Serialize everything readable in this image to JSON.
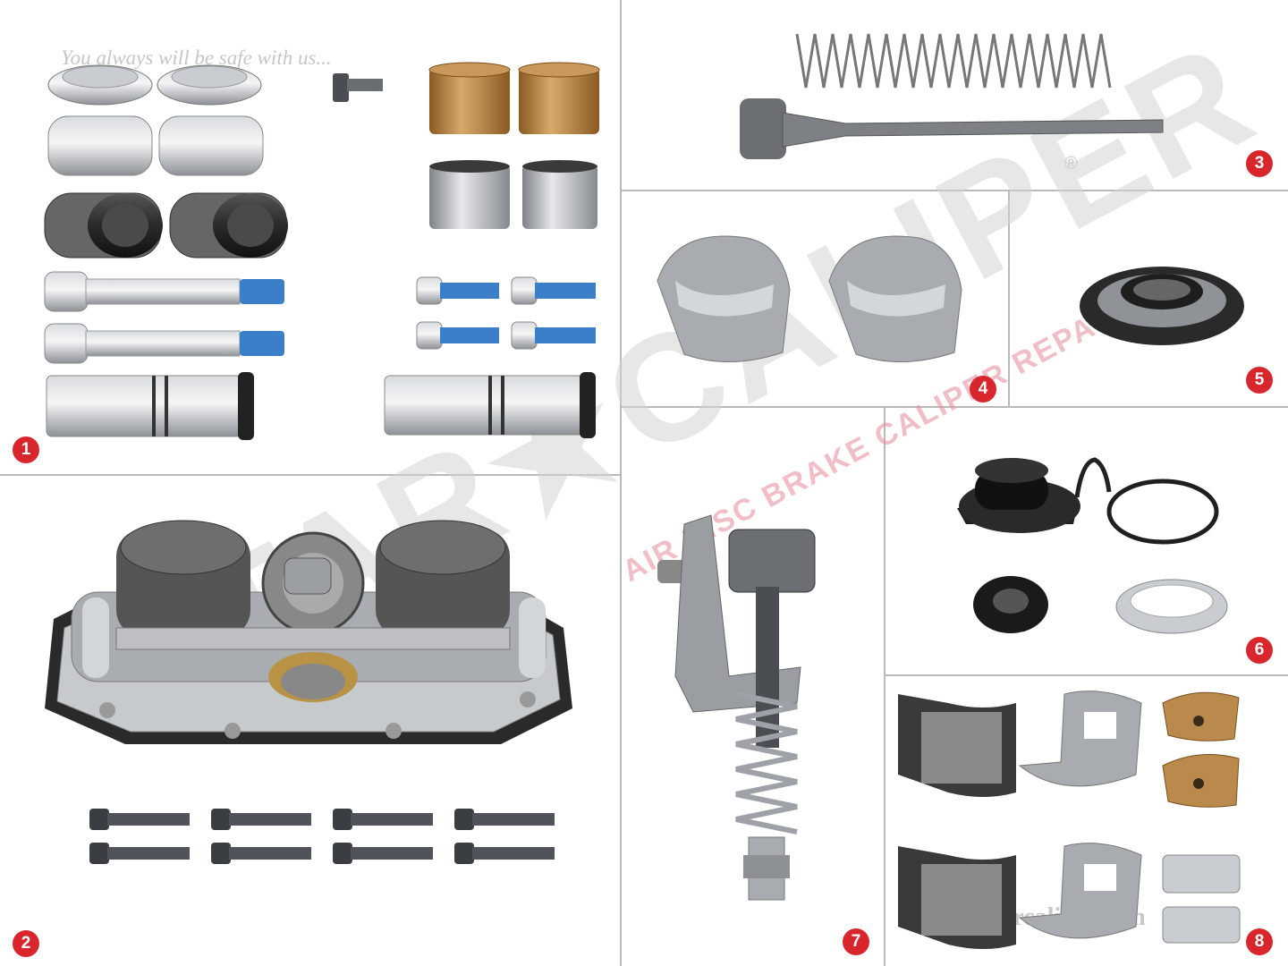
{
  "tagline": "You always will be safe with us...",
  "website": "www.starcaliper.com",
  "watermark": {
    "brand": "STAR★CALIPER",
    "subtitle": "AIR DISC BRAKE CALIPER REPAIR KIT",
    "registered": "®"
  },
  "badges": [
    "1",
    "2",
    "3",
    "4",
    "5",
    "6",
    "7",
    "8"
  ],
  "colors": {
    "badge": "#d9262c",
    "divider": "#b9b9b9",
    "bronze": "#b98a4b",
    "steel": "#a9adb2",
    "blue_thread": "#3b7fc8",
    "black_rubber": "#2a2a2a"
  }
}
